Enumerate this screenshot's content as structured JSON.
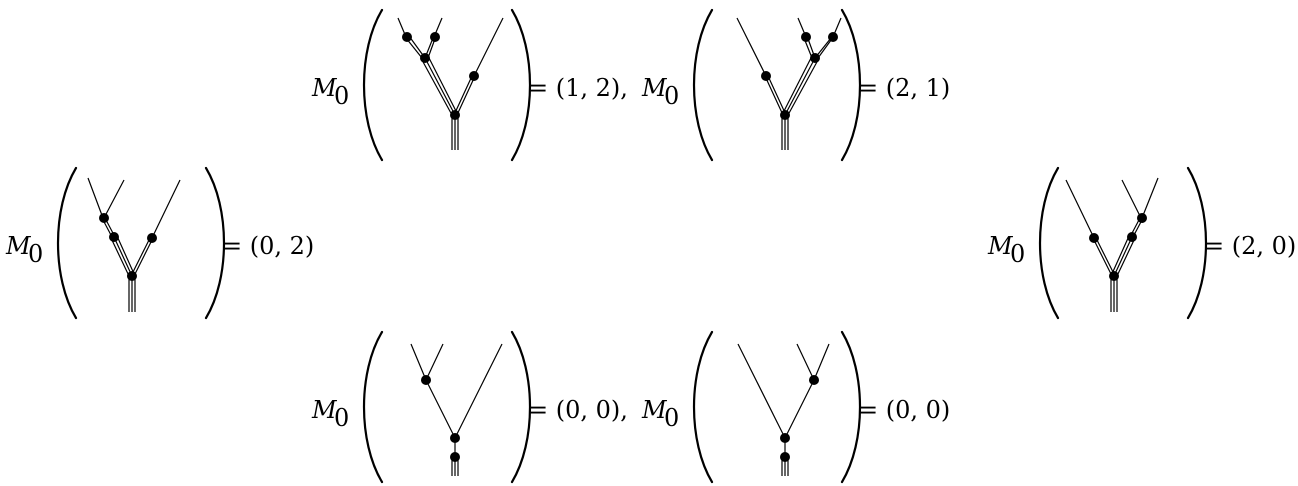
{
  "operator": {
    "symbol": "M",
    "subscript": "0"
  },
  "equations": [
    {
      "id": "eq-top-left",
      "result": "= (1, 2),",
      "trees": "top-left"
    },
    {
      "id": "eq-top-right",
      "result": "= (2, 1)",
      "trees": "top-right"
    },
    {
      "id": "eq-mid-left",
      "result": "= (0, 2)",
      "trees": "mid-left"
    },
    {
      "id": "eq-mid-right",
      "result": "= (2, 0)",
      "trees": "mid-right"
    },
    {
      "id": "eq-bottom-left",
      "result": "= (0, 0),",
      "trees": "bottom-left"
    },
    {
      "id": "eq-bottom-right",
      "result": "= (0, 0)",
      "trees": "bottom-right"
    }
  ]
}
